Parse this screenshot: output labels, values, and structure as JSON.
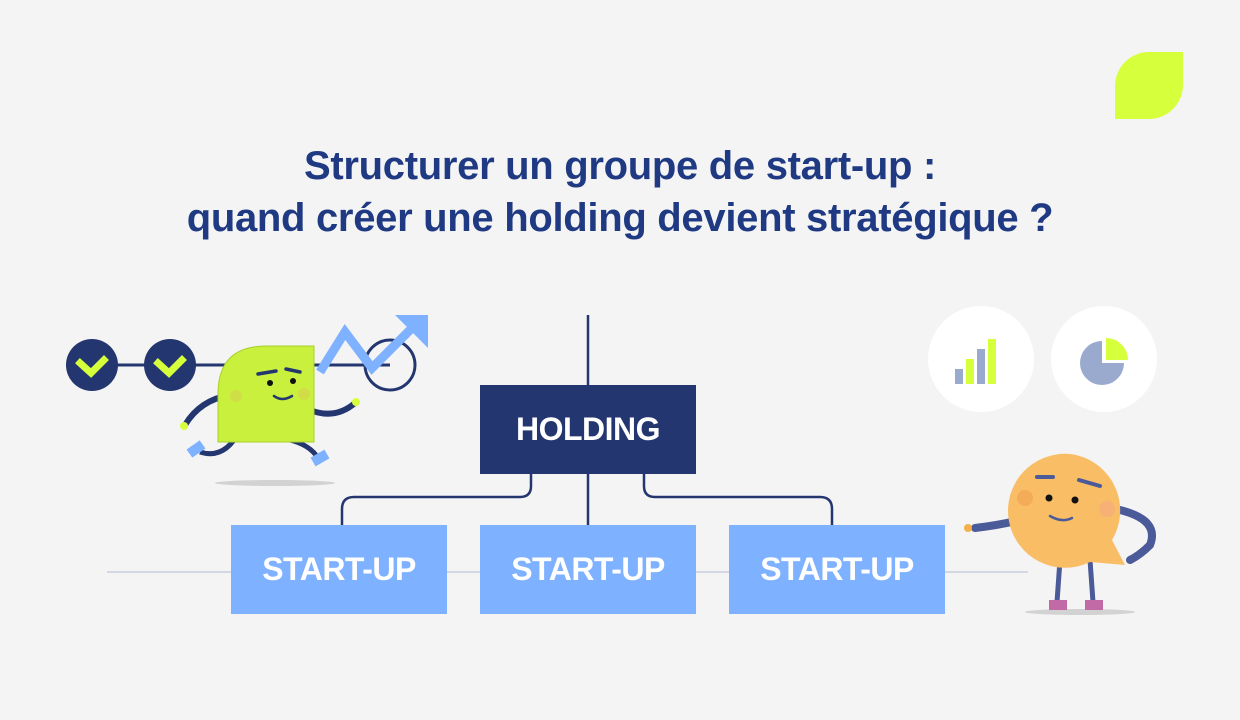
{
  "title": {
    "line1": "Structurer un groupe de start-up :",
    "line2": "quand créer une holding devient stratégique ?"
  },
  "org_chart": {
    "root": "HOLDING",
    "children": [
      "START-UP",
      "START-UP",
      "START-UP"
    ]
  },
  "icons": {
    "logo": "leaf-logo-icon",
    "progress_steps": [
      "check-icon",
      "check-icon",
      "empty-step-icon"
    ],
    "growth": "trend-arrow-icon",
    "bar_chart": "bar-chart-icon",
    "pie_chart": "pie-chart-icon",
    "mascot_left": "running-leaf-mascot",
    "mascot_right": "speech-bubble-mascot"
  },
  "colors": {
    "navy": "#243670",
    "title_blue": "#1f3a83",
    "light_blue": "#7eb1ff",
    "lime": "#d6ff3c",
    "background": "#f4f4f4"
  }
}
